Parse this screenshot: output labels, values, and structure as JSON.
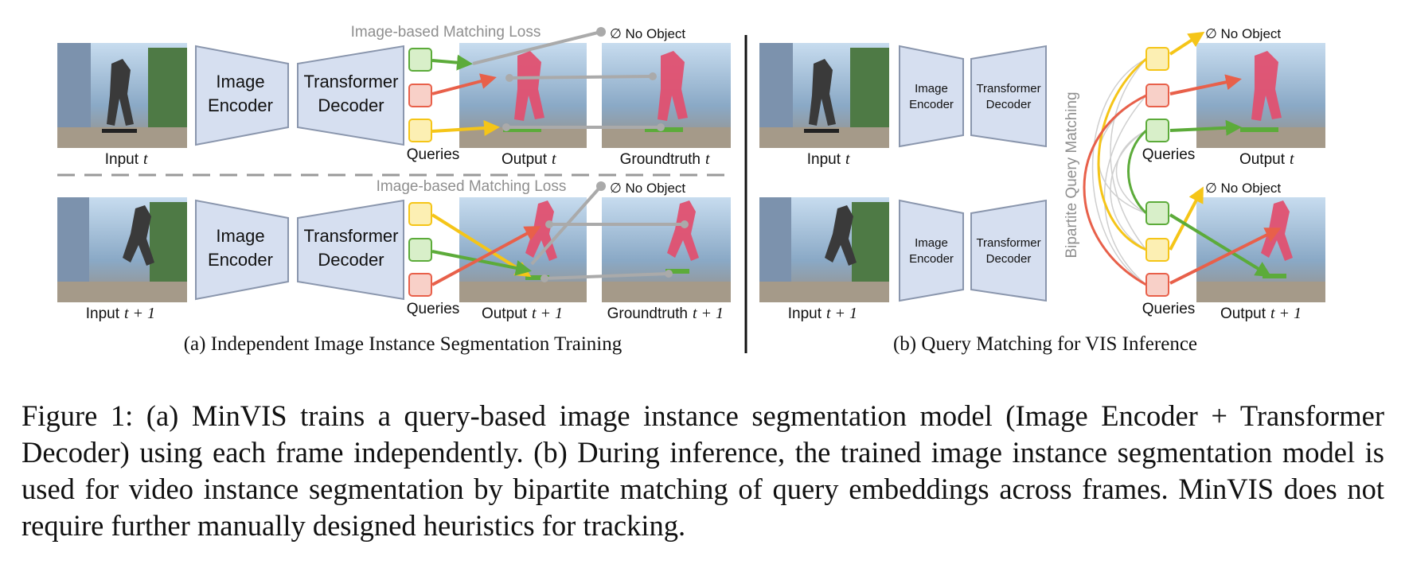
{
  "panel_a": {
    "title": "(a) Independent Image Instance Segmentation Training",
    "rows": [
      {
        "loss_label": "Image-based Matching Loss",
        "no_object": "∅ No Object",
        "encoder": [
          "Image",
          "Encoder"
        ],
        "decoder": [
          "Transformer",
          "Decoder"
        ],
        "input_label": "Input",
        "input_var": "t",
        "queries_label": "Queries",
        "output_label": "Output",
        "output_var": "t",
        "gt_label": "Groundtruth",
        "gt_var": "t"
      },
      {
        "loss_label": "Image-based Matching Loss",
        "no_object": "∅ No Object",
        "encoder": [
          "Image",
          "Encoder"
        ],
        "decoder": [
          "Transformer",
          "Decoder"
        ],
        "input_label": "Input",
        "input_var": "t + 1",
        "queries_label": "Queries",
        "output_label": "Output",
        "output_var": "t + 1",
        "gt_label": "Groundtruth",
        "gt_var": "t + 1"
      }
    ]
  },
  "panel_b": {
    "title": "(b) Query Matching for VIS Inference",
    "vertical_label": "Bipartite Query Matching",
    "rows": [
      {
        "no_object": "∅ No Object",
        "encoder": [
          "Image",
          "Encoder"
        ],
        "decoder": [
          "Transformer",
          "Decoder"
        ],
        "input_label": "Input",
        "input_var": "t",
        "queries_label": "Queries",
        "output_label": "Output",
        "output_var": "t"
      },
      {
        "no_object": "∅ No Object",
        "encoder": [
          "Image",
          "Encoder"
        ],
        "decoder": [
          "Transformer",
          "Decoder"
        ],
        "input_label": "Input",
        "input_var": "t + 1",
        "queries_label": "Queries",
        "output_label": "Output",
        "output_var": "t + 1"
      }
    ]
  },
  "caption": "Figure 1: (a) MinVIS trains a query-based image instance segmentation model (Image Encoder + Transformer Decoder) using each frame independently. (b) During inference, the trained image instance segmentation model is used for video instance segmentation by bipartite matching of query embeddings across frames. MinVIS does not require further manually designed heuristics for tracking.",
  "colors": {
    "query_yellow": "#f5c518",
    "query_red": "#e8604a",
    "query_green": "#5cab3a",
    "block_fill": "#d6dff0",
    "block_stroke": "#8a96ad",
    "mask_pink": "#e05070",
    "gray": "#aaaaaa"
  }
}
